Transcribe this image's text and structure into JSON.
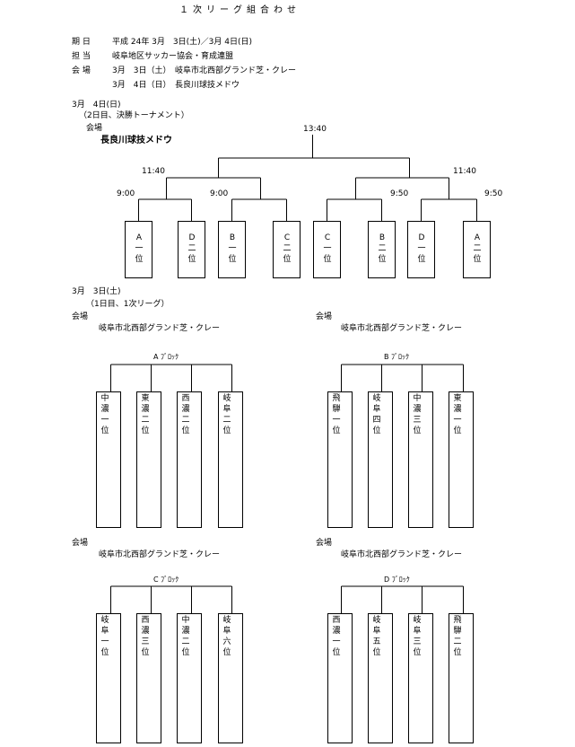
{
  "header": {
    "title": "１次リーグ組合わせ",
    "date_label": "期 日",
    "date_value": "平成 24年 3月　3日(土)／3月 4日(日)",
    "org_label": "担 当",
    "org_value": "岐阜地区サッカー協会・育成連盟",
    "venue_label": "会 場",
    "venue_line1": "3月　3日（土）　岐阜市北西部グランド芝・クレー",
    "venue_line2": "3月　4日（日）　長良川球技メドウ"
  },
  "day2": {
    "date": "3月　4日(日)",
    "desc": "（2日目、決勝トーナメント）",
    "venue_label": "会場",
    "venue_name": "長良川球技メドウ",
    "time_final": "13:40",
    "time_semi_left": "11:40",
    "time_semi_right": "11:40",
    "time_q1": "9:00",
    "time_q2": "9:00",
    "time_q3": "9:50",
    "time_q4": "9:50",
    "seeds": [
      "A一位",
      "D二位",
      "B一位",
      "C二位",
      "C一位",
      "B二位",
      "D一位",
      "A二位"
    ]
  },
  "day1": {
    "date": "3月　3日(土)",
    "desc": "（1日目、1次リーグ）",
    "blocks": [
      {
        "venue_label": "会場",
        "venue_name": "岐阜市北西部グランド芝・クレー",
        "name": "A ﾌﾞﾛｯｸ",
        "teams": [
          "中濃一位",
          "東濃二位",
          "西濃二位",
          "岐阜二位"
        ]
      },
      {
        "venue_label": "会場",
        "venue_name": "岐阜市北西部グランド芝・クレー",
        "name": "B ﾌﾞﾛｯｸ",
        "teams": [
          "飛騨一位",
          "岐阜四位",
          "中濃三位",
          "東濃一位"
        ]
      },
      {
        "venue_label": "会場",
        "venue_name": "岐阜市北西部グランド芝・クレー",
        "name": "C ﾌﾞﾛｯｸ",
        "teams": [
          "岐阜一位",
          "西濃三位",
          "中濃二位",
          "岐阜六位"
        ]
      },
      {
        "venue_label": "会場",
        "venue_name": "岐阜市北西部グランド芝・クレー",
        "name": "D ﾌﾞﾛｯｸ",
        "teams": [
          "西濃一位",
          "岐阜五位",
          "岐阜三位",
          "飛騨二位"
        ]
      }
    ]
  }
}
